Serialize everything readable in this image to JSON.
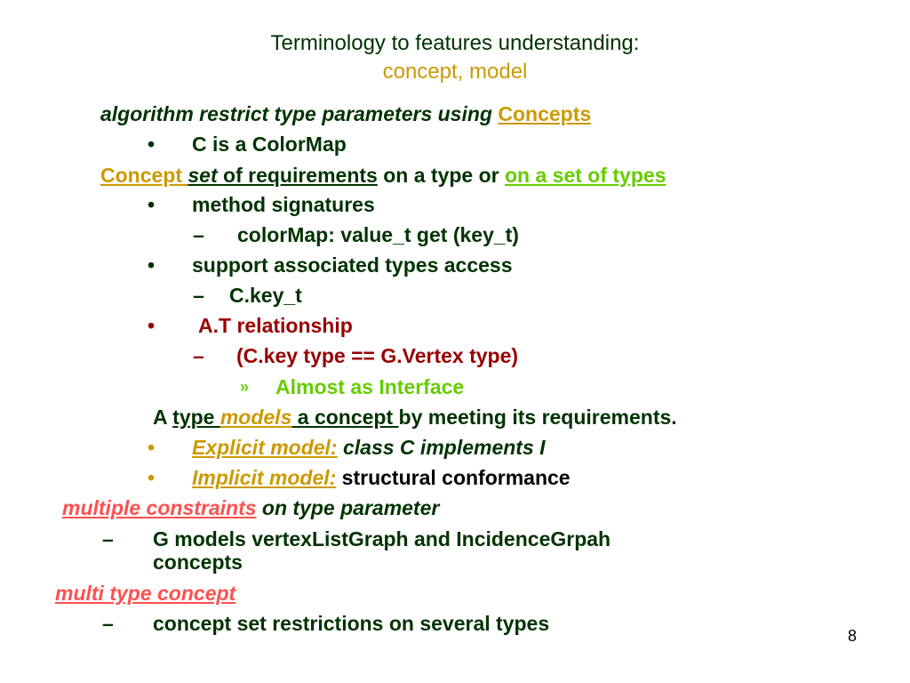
{
  "title": {
    "line1": "Terminology to features understanding:",
    "line2": "concept, model"
  },
  "lines": {
    "l1": {
      "a": "algorithm restrict type parameters  using ",
      "b": "Concepts"
    },
    "l2": {
      "bullet": "•",
      "text": "C is a ColorMap"
    },
    "l3": {
      "a": "Concept ",
      "b": "set",
      "c": " of requirements",
      "d": " on a type or ",
      "e": "on a set of types"
    },
    "l4": {
      "bullet": "•",
      "text": "method signatures"
    },
    "l5": {
      "bullet": "–",
      "text": "colorMap: value_t get (key_t)"
    },
    "l6": {
      "bullet": "•",
      "text": "support associated types access"
    },
    "l7": {
      "bullet": "–",
      "text": "C.key_t"
    },
    "l8": {
      "bullet": "•",
      "text": "A.T relationship"
    },
    "l9": {
      "bullet": "–",
      "text": "(C.key type == G.Vertex type)"
    },
    "l10": {
      "bullet": "»",
      "text": "Almost as  Interface"
    },
    "l11": {
      "a": "A ",
      "b": "type ",
      "c": "models",
      "d": " a concept ",
      "e": " by meeting its requirements."
    },
    "l12": {
      "bullet": "•",
      "a": "Explicit model:",
      "b": "  class C implements I"
    },
    "l13": {
      "bullet": "•",
      "a": "Implicit  model:",
      "b": " structural conformance"
    },
    "l14": {
      "a": "multiple constraints",
      "b": " on type parameter"
    },
    "l15": {
      "bullet": "–",
      "text1": "G models vertexListGraph and IncidenceGrpah",
      "text2": "concepts"
    },
    "l16": {
      "text": "multi type concept"
    },
    "l17": {
      "bullet": "–",
      "text": "concept set restrictions on several types"
    }
  },
  "page_number": "8",
  "colors": {
    "dark_green": "#003300",
    "gold": "#cc9900",
    "lime": "#66cc00",
    "dark_red": "#990000",
    "pink": "#ff5050"
  }
}
